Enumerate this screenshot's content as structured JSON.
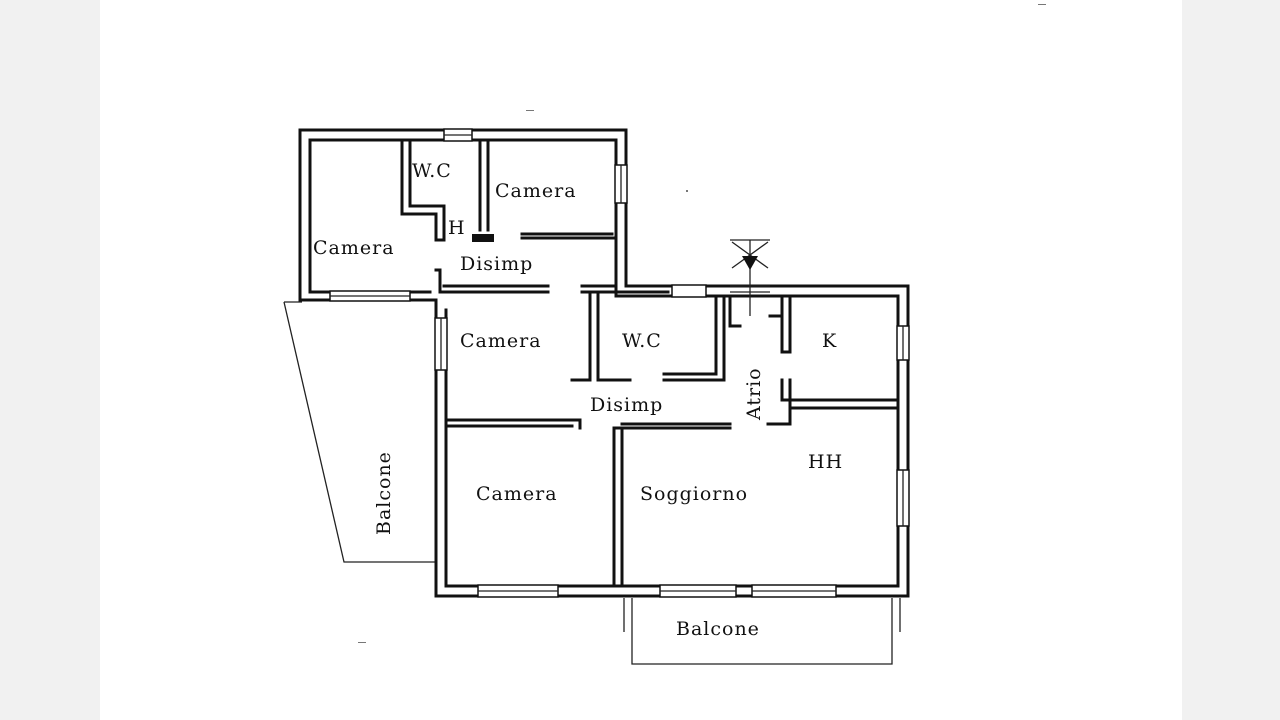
{
  "plan": {
    "rooms": {
      "camera_nw": "Camera",
      "wc_north": "W.C",
      "camera_north": "Camera",
      "h_mark": "H",
      "disimp_north": "Disimp",
      "camera_mid": "Camera",
      "wc_mid": "W.C",
      "disimp_mid": "Disimp",
      "atrio": "Atrio",
      "kitchen": "K",
      "hh_mark": "HH",
      "camera_sw": "Camera",
      "soggiorno": "Soggiorno",
      "balcone_west": "Balcone",
      "balcone_south": "Balcone"
    }
  }
}
